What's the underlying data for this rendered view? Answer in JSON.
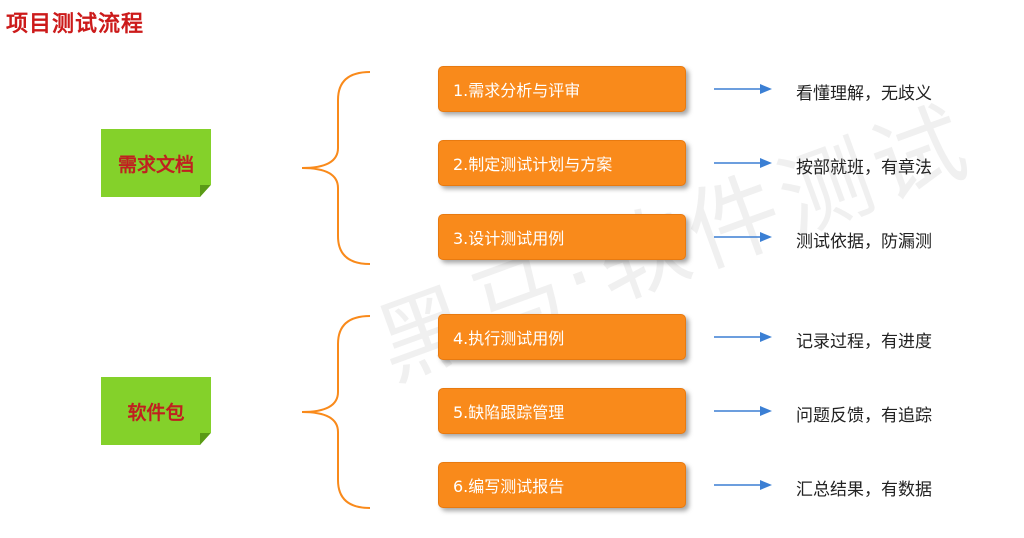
{
  "title": "项目测试流程",
  "watermark": "黑马·软件测试",
  "groups": [
    {
      "label": "需求文档"
    },
    {
      "label": "软件包"
    }
  ],
  "steps": [
    {
      "label": "1.需求分析与评审",
      "result": "看懂理解，无歧义"
    },
    {
      "label": "2.制定测试计划与方案",
      "result": "按部就班，有章法"
    },
    {
      "label": "3.设计测试用例",
      "result": "测试依据，防漏测"
    },
    {
      "label": "4.执行测试用例",
      "result": "记录过程，有进度"
    },
    {
      "label": "5.缺陷跟踪管理",
      "result": "问题反馈，有追踪"
    },
    {
      "label": "6.编写测试报告",
      "result": "汇总结果，有数据"
    }
  ],
  "colors": {
    "title": "#cc1a1a",
    "group_box": "#84d12a",
    "step_box": "#f98a1b",
    "brace": "#f98a1b",
    "arrow": "#3b7fd4"
  }
}
